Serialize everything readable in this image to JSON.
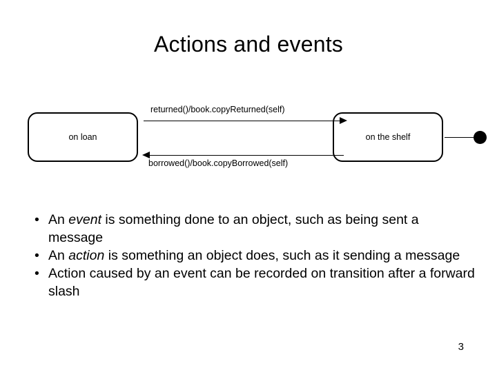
{
  "slide": {
    "title": "Actions and events",
    "page_number": "3"
  },
  "diagram": {
    "states": [
      {
        "label": "on loan"
      },
      {
        "label": "on the shelf"
      }
    ],
    "transitions": [
      {
        "label": "returned()/book.copyReturned(self)",
        "direction": "right"
      },
      {
        "label": "borrowed()/book.copyBorrowed(self)",
        "direction": "left"
      }
    ],
    "final_state": "final-state-dot"
  },
  "bullets": [
    {
      "marker": "•",
      "parts": [
        {
          "text": "An ",
          "style": "normal"
        },
        {
          "text": "event",
          "style": "italic"
        },
        {
          "text": " is something done to an object, such as being sent a message",
          "style": "normal"
        }
      ]
    },
    {
      "marker": "•",
      "parts": [
        {
          "text": "An ",
          "style": "normal"
        },
        {
          "text": "action",
          "style": "italic"
        },
        {
          "text": " is something an object does, such as it sending a message",
          "style": "normal"
        }
      ]
    },
    {
      "marker": "•",
      "parts": [
        {
          "text": "Action caused by an event can be recorded on transition after a forward slash",
          "style": "normal"
        }
      ]
    }
  ]
}
